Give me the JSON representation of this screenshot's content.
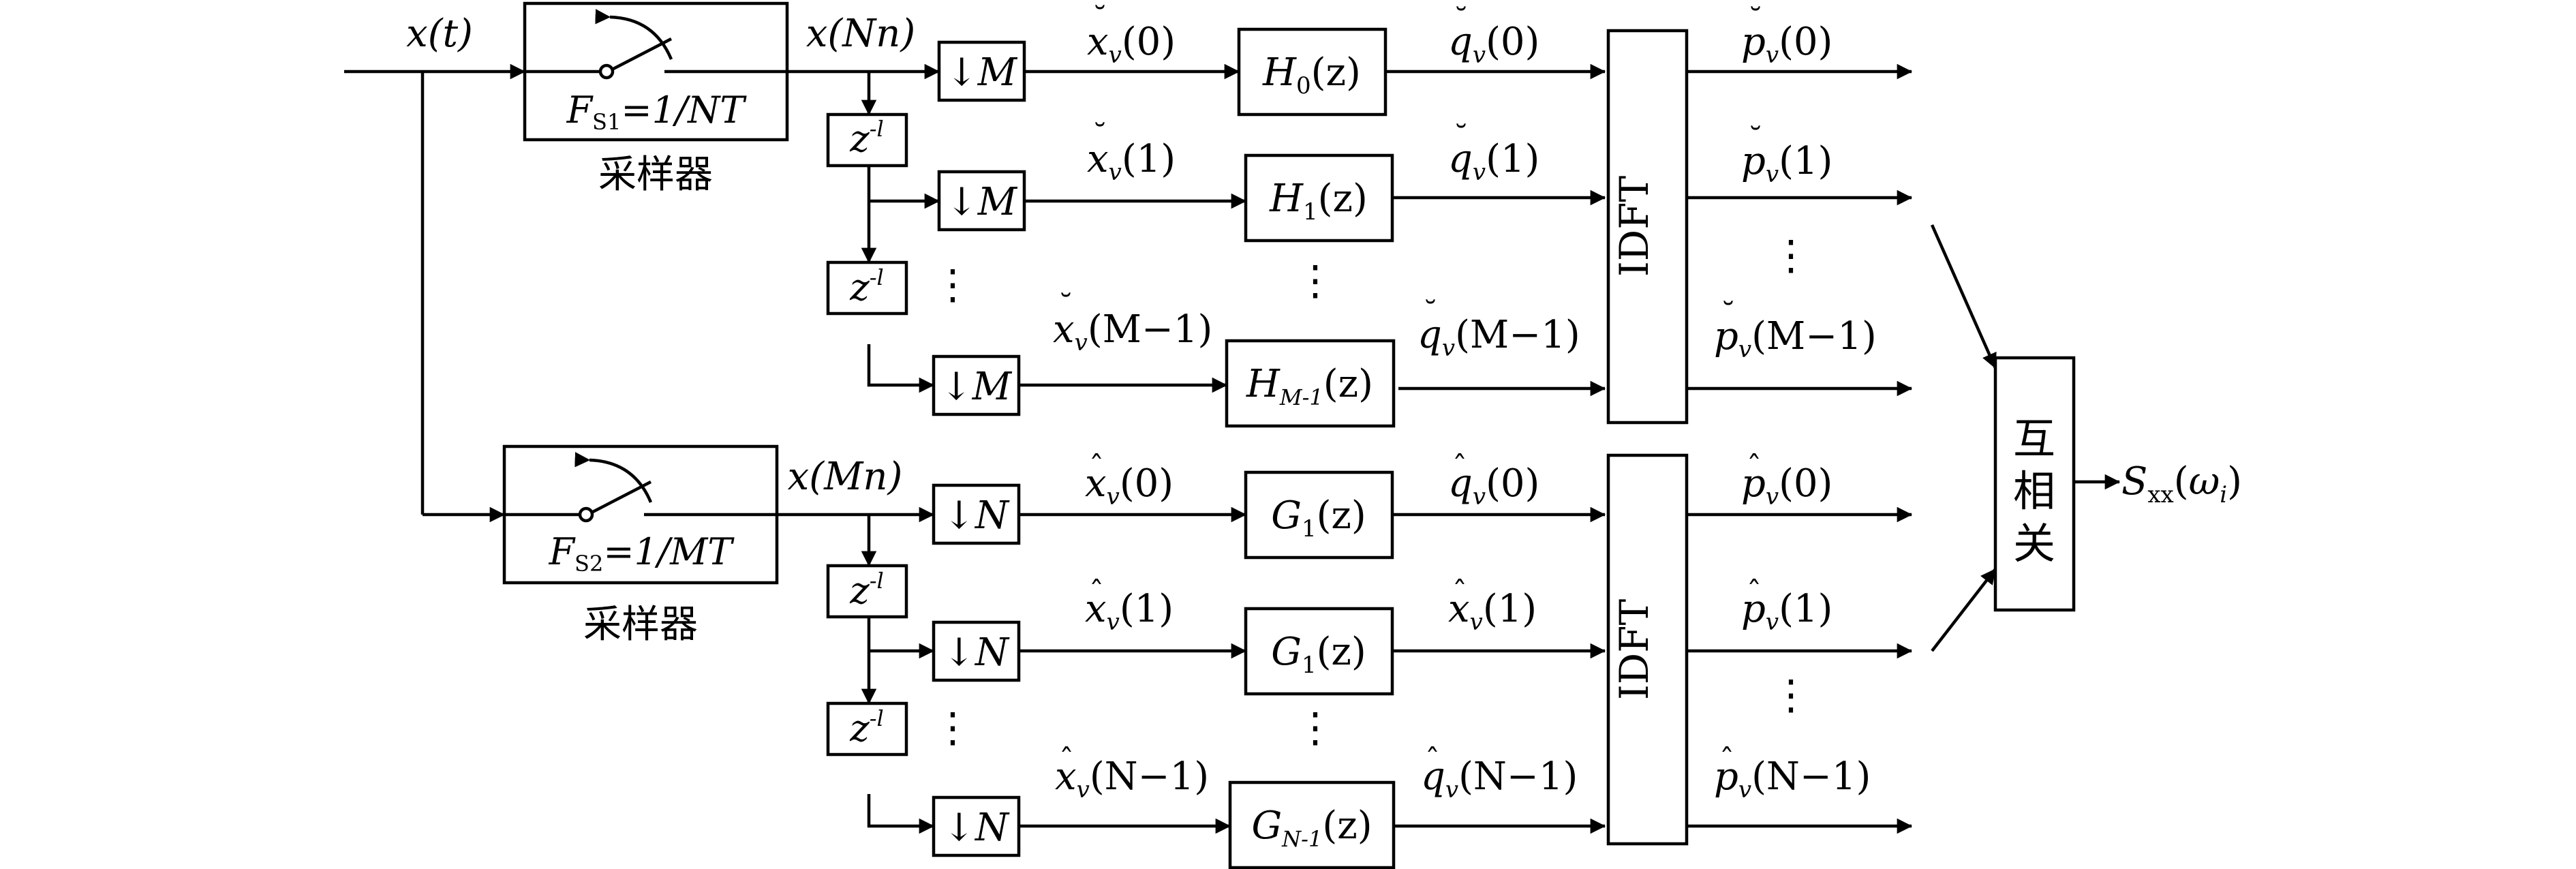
{
  "input_signal": "x(t)",
  "sampler_upper": {
    "rate": "F",
    "rate_sub": "S1",
    "rate_value": "=1/NT",
    "caption": "采样器",
    "output": "x(Nn)"
  },
  "sampler_lower": {
    "rate": "F",
    "rate_sub": "S2",
    "rate_value": "=1/MT",
    "caption": "采样器",
    "output": "x(Mn)"
  },
  "delay": {
    "base": "z",
    "exp": "-l"
  },
  "upper": {
    "decimator": "↓M",
    "branches": [
      {
        "x_base": "x",
        "x_sub": "v",
        "x_arg": "(0)",
        "filter": "H",
        "filter_sub": "0",
        "filter_arg": "(z)",
        "q_base": "q",
        "q_sub": "v",
        "q_arg": "(0)",
        "p_base": "p",
        "p_sub": "v",
        "p_arg": "(0)"
      },
      {
        "x_base": "x",
        "x_sub": "v",
        "x_arg": "(1)",
        "filter": "H",
        "filter_sub": "1",
        "filter_arg": "(z)",
        "q_base": "q",
        "q_sub": "v",
        "q_arg": "(1)",
        "p_base": "p",
        "p_sub": "v",
        "p_arg": "(1)"
      },
      {
        "x_base": "x",
        "x_sub": "v",
        "x_arg": "(M−1)",
        "filter": "H",
        "filter_sub": "M-1",
        "filter_arg": "(z)",
        "q_base": "q",
        "q_sub": "v",
        "q_arg": "(M−1)",
        "p_base": "p",
        "p_sub": "v",
        "p_arg": "(M−1)"
      }
    ]
  },
  "lower": {
    "decimator": "↓N",
    "branches": [
      {
        "x_base": "x",
        "x_sub": "v",
        "x_arg": "(0)",
        "filter": "G",
        "filter_sub": "1",
        "filter_arg": "(z)",
        "q_base": "q",
        "q_sub": "v",
        "q_arg": "(0)",
        "p_base": "p",
        "p_sub": "v",
        "p_arg": "(0)"
      },
      {
        "x_base": "x",
        "x_sub": "v",
        "x_arg": "(1)",
        "filter": "G",
        "filter_sub": "1",
        "filter_arg": "(z)",
        "q_base": "x",
        "q_sub": "v",
        "q_arg": "(1)",
        "p_base": "p",
        "p_sub": "v",
        "p_arg": "(1)"
      },
      {
        "x_base": "x",
        "x_sub": "v",
        "x_arg": "(N−1)",
        "filter": "G",
        "filter_sub": "N-1",
        "filter_arg": "(z)",
        "q_base": "q",
        "q_sub": "v",
        "q_arg": "(N−1)",
        "p_base": "p",
        "p_sub": "v",
        "p_arg": "(N−1)"
      }
    ]
  },
  "idft_label": "IDFT",
  "ellipsis": "⋮",
  "correlator": {
    "chars": [
      "互",
      "相",
      "关"
    ]
  },
  "output": {
    "base": "S",
    "sub": "xx",
    "arg_open": "(",
    "arg_var": "ω",
    "arg_sub": "i",
    "arg_close": ")"
  }
}
